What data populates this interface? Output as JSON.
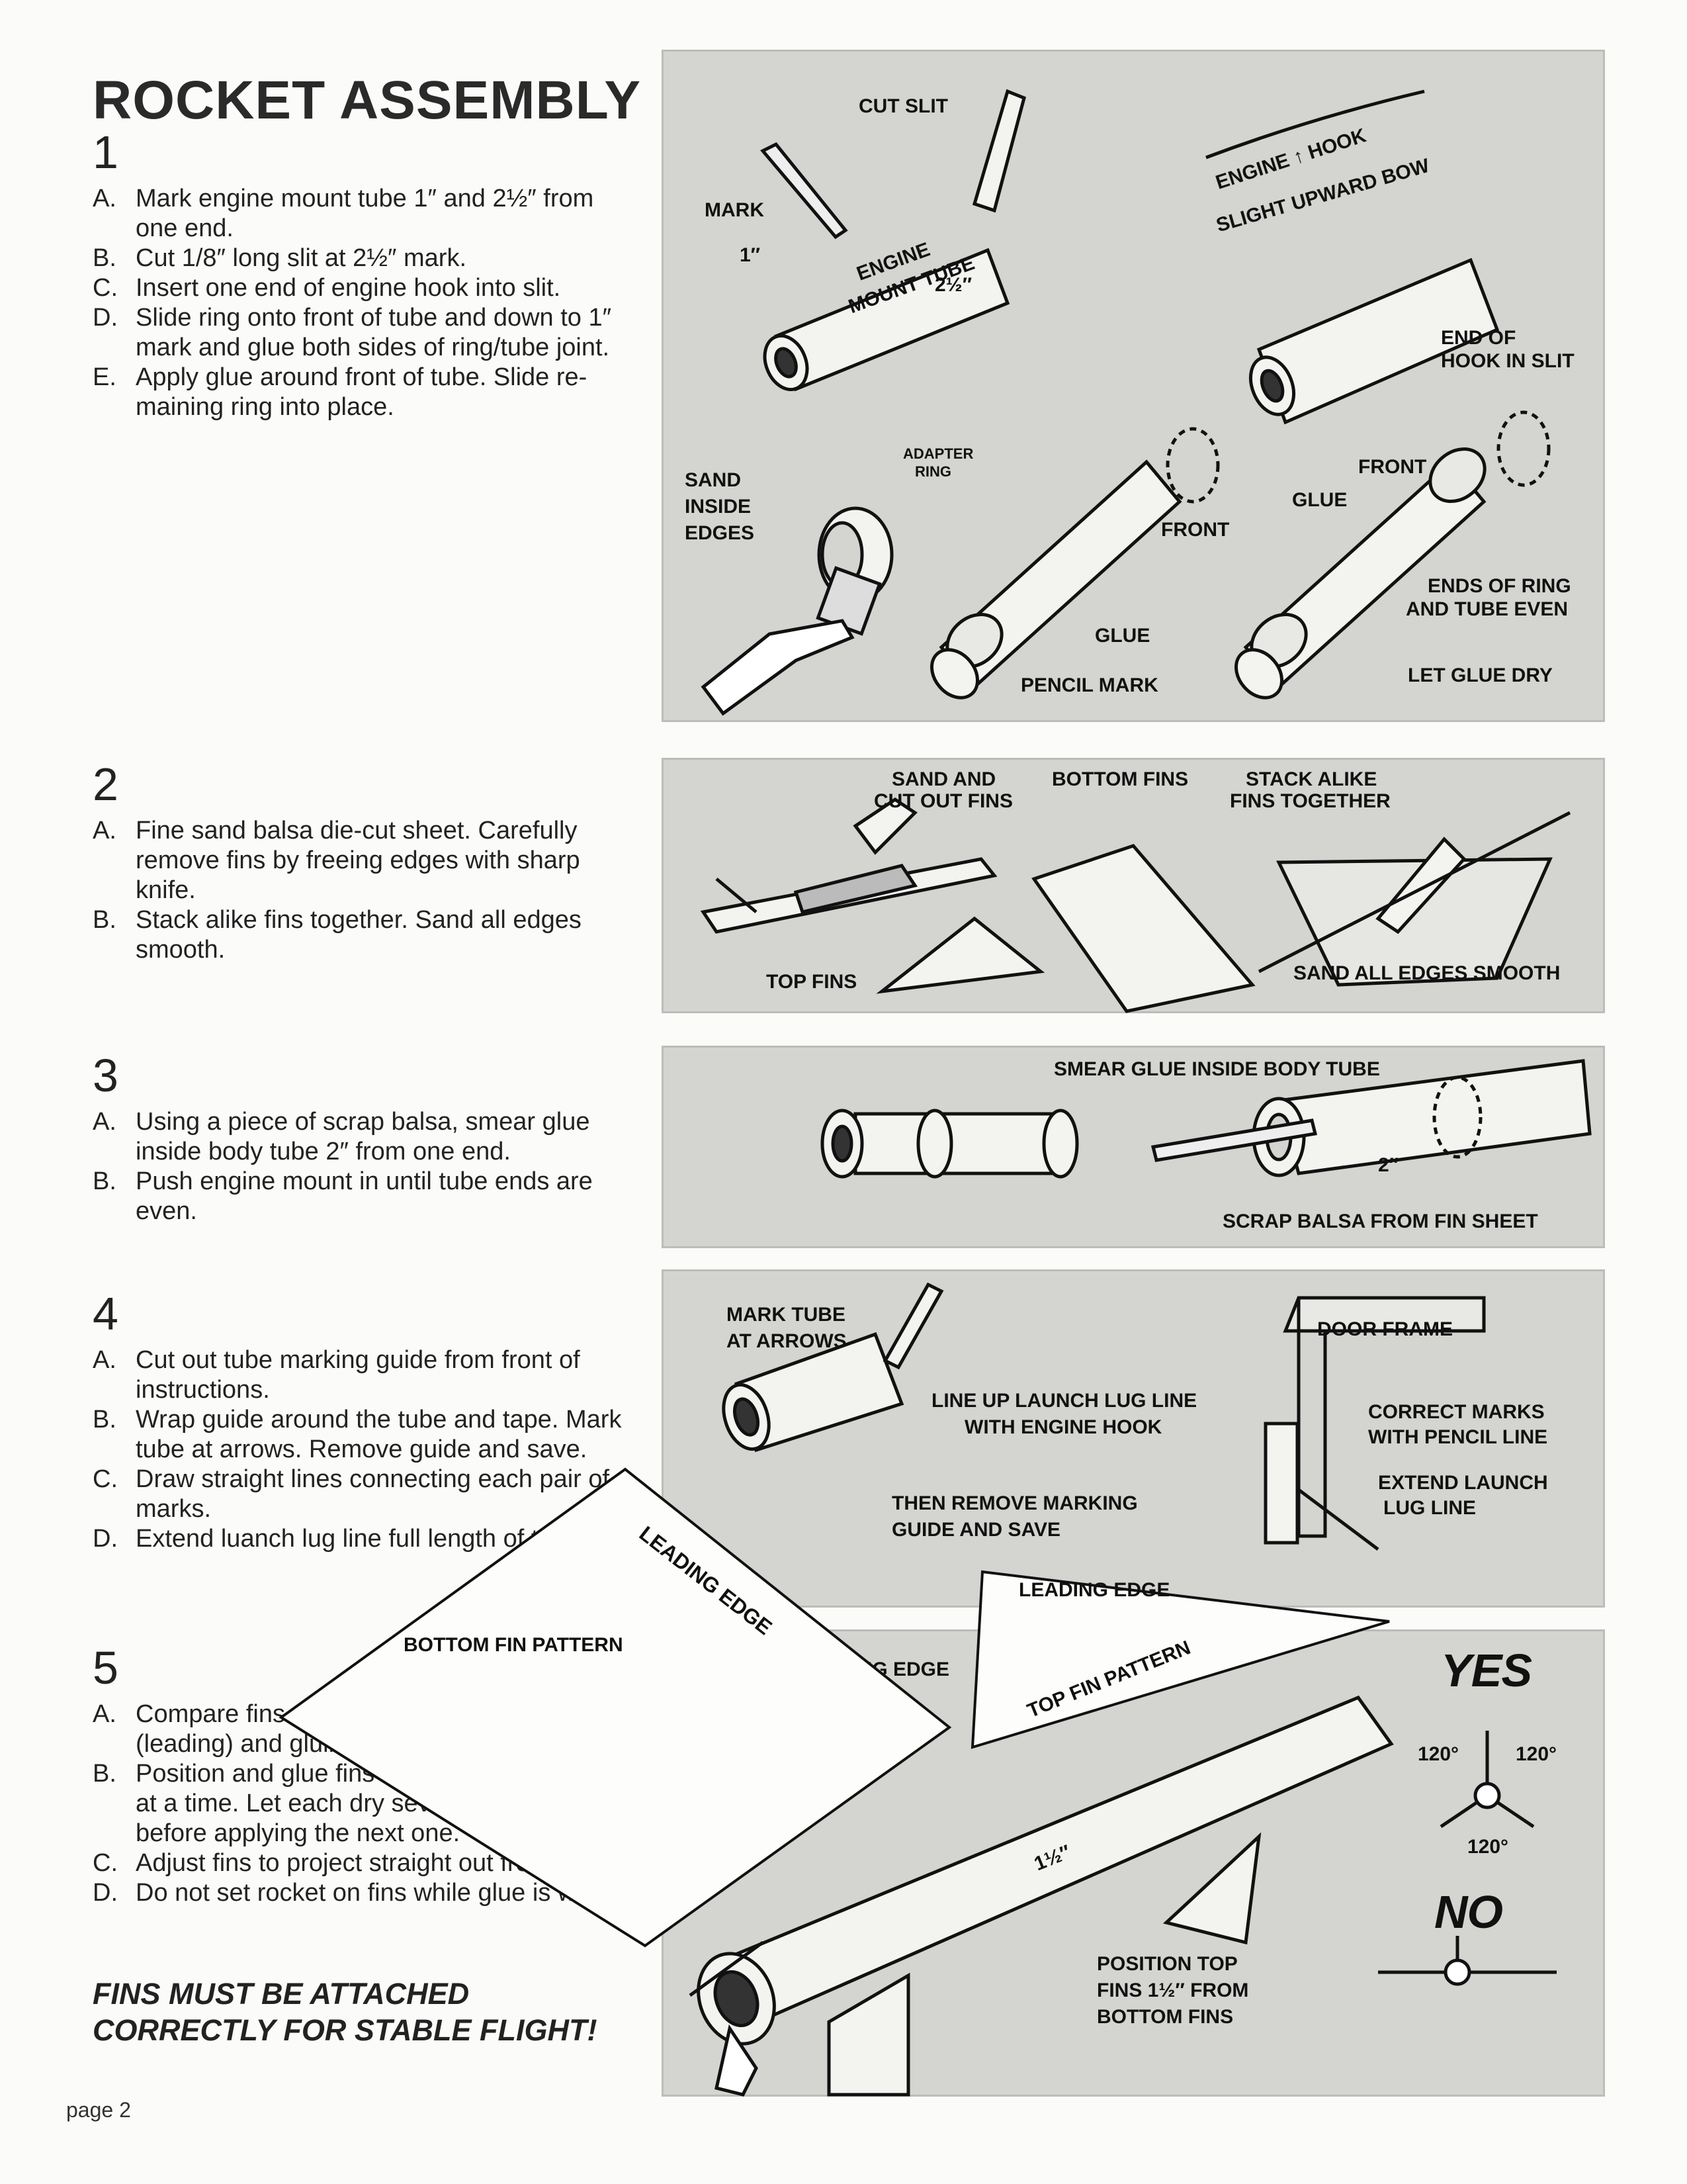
{
  "title": "ROCKET ASSEMBLY",
  "steps": [
    {
      "number": "1",
      "items": [
        {
          "letter": "A.",
          "text": "Mark engine mount tube 1″ and 2½″ from one end."
        },
        {
          "letter": "B.",
          "text": "Cut 1/8″ long slit at 2½″ mark."
        },
        {
          "letter": "C.",
          "text": "Insert one end of engine hook into slit."
        },
        {
          "letter": "D.",
          "text": "Slide ring onto front of tube and down to 1″ mark and glue both sides of ring/tube joint."
        },
        {
          "letter": "E.",
          "text": "Apply glue around front of tube. Slide re-maining ring into place."
        }
      ]
    },
    {
      "number": "2",
      "items": [
        {
          "letter": "A.",
          "text": "Fine sand balsa die-cut sheet. Carefully remove fins by freeing edges with sharp knife."
        },
        {
          "letter": "B.",
          "text": "Stack alike fins together. Sand all edges smooth."
        }
      ]
    },
    {
      "number": "3",
      "items": [
        {
          "letter": "A.",
          "text": "Using a piece of scrap balsa, smear glue inside body tube 2″ from one end."
        },
        {
          "letter": "B.",
          "text": "Push engine mount in until tube ends are even."
        }
      ]
    },
    {
      "number": "4",
      "items": [
        {
          "letter": "A.",
          "text": "Cut out tube marking guide from front of instructions."
        },
        {
          "letter": "B.",
          "text": "Wrap guide around the tube and tape. Mark tube at arrows. Remove guide and save."
        },
        {
          "letter": "C.",
          "text": "Draw straight lines connecting each pair of marks."
        },
        {
          "letter": "D.",
          "text": "Extend luanch lug line full length of tube."
        }
      ]
    },
    {
      "number": "5",
      "items": [
        {
          "letter": "A.",
          "text": "Compare fins to patterns to find front (leading) and gluing (root) edges."
        },
        {
          "letter": "B.",
          "text": "Position and glue fins on alignment lines one at a time. Let each dry several mi-nutes before applying the next one."
        },
        {
          "letter": "C.",
          "text": "Adjust fins to project straight out from tube."
        },
        {
          "letter": "D.",
          "text": "Do not set rocket on fins while glue is wet."
        }
      ]
    }
  ],
  "warning": "FINS MUST BE ATTACHED CORRECTLY FOR STABLE FLIGHT!",
  "page_label": "page 2",
  "panel1": {
    "cut_slit": "CUT SLIT",
    "mark": "MARK",
    "engine_mount_tube_1": "ENGINE",
    "engine_mount_tube_2": "MOUNT TUBE",
    "one_inch": "1″",
    "two_half": "2½″",
    "engine_hook": "ENGINE ↑ HOOK",
    "slight_bow": "SLIGHT UPWARD BOW",
    "end_of_hook_1": "END OF",
    "end_of_hook_2": "HOOK IN SLIT",
    "sand_1": "SAND",
    "sand_2": "INSIDE",
    "sand_3": "EDGES",
    "adapter_1": "ADAPTER",
    "adapter_2": "RING",
    "front_a": "FRONT",
    "glue_a": "GLUE",
    "pencil_mark": "PENCIL MARK",
    "front_b": "FRONT",
    "glue_b": "GLUE",
    "ends_even_1": "ENDS OF RING",
    "ends_even_2": "AND TUBE EVEN",
    "let_glue_dry": "LET GLUE DRY"
  },
  "panel2": {
    "sand_cut_1": "SAND AND",
    "sand_cut_2": "CUT OUT FINS",
    "bottom_fins": "BOTTOM FINS",
    "stack_1": "STACK ALIKE",
    "stack_2": "FINS TOGETHER",
    "top_fins": "TOP FINS",
    "sand_edges": "SAND ALL EDGES SMOOTH"
  },
  "panel3": {
    "smear": "SMEAR GLUE INSIDE BODY TUBE",
    "two_inch": "2″",
    "scrap": "SCRAP BALSA FROM FIN SHEET"
  },
  "panel4": {
    "mark_tube_1": "MARK TUBE",
    "mark_tube_2": "AT ARROWS",
    "line_up_1": "LINE UP LAUNCH LUG LINE",
    "line_up_2": "WITH ENGINE HOOK",
    "remove_1": "THEN REMOVE MARKING",
    "remove_2": "GUIDE AND SAVE",
    "door_frame": "DOOR FRAME",
    "correct_1": "CORRECT MARKS",
    "correct_2": "WITH PENCIL LINE",
    "extend_1": "EXTEND LAUNCH",
    "extend_2": "LUG LINE"
  },
  "panel5": {
    "leading_edge_a": "LEADING EDGE",
    "bottom_fin_pattern": "BOTTOM FIN PATTERN",
    "leading_edge_b": "LEADING EDGE",
    "gluing_edge": "GLUING EDGE",
    "top_fin_pattern": "TOP FIN PATTERN",
    "yes": "YES",
    "no": "NO",
    "angle": "120°",
    "one_half": "1½″",
    "position_1": "POSITION TOP",
    "position_2": "FINS 1½″ FROM",
    "position_3": "BOTTOM FINS"
  }
}
